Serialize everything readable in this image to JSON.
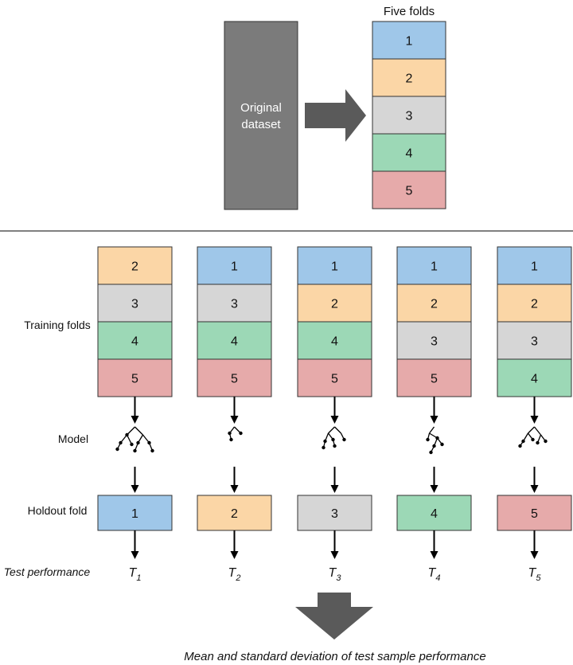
{
  "top": {
    "original_label_line1": "Original",
    "original_label_line2": "dataset",
    "folds_title": "Five folds"
  },
  "fold_colors": {
    "1": "#9fc7e9",
    "2": "#fbd6a6",
    "3": "#d6d6d6",
    "4": "#9cd8b6",
    "5": "#e6aaaa"
  },
  "folds": [
    "1",
    "2",
    "3",
    "4",
    "5"
  ],
  "row_labels": {
    "training": "Training folds",
    "model": "Model",
    "holdout": "Holdout fold",
    "test": "Test performance"
  },
  "columns": [
    {
      "training": [
        "2",
        "3",
        "4",
        "5"
      ],
      "holdout": "1",
      "test_base": "T",
      "test_sub": "1"
    },
    {
      "training": [
        "1",
        "3",
        "4",
        "5"
      ],
      "holdout": "2",
      "test_base": "T",
      "test_sub": "2"
    },
    {
      "training": [
        "1",
        "2",
        "4",
        "5"
      ],
      "holdout": "3",
      "test_base": "T",
      "test_sub": "3"
    },
    {
      "training": [
        "1",
        "2",
        "3",
        "5"
      ],
      "holdout": "4",
      "test_base": "T",
      "test_sub": "4"
    },
    {
      "training": [
        "1",
        "2",
        "3",
        "4"
      ],
      "holdout": "5",
      "test_base": "T",
      "test_sub": "5"
    }
  ],
  "footer": "Mean and standard deviation of test sample performance"
}
